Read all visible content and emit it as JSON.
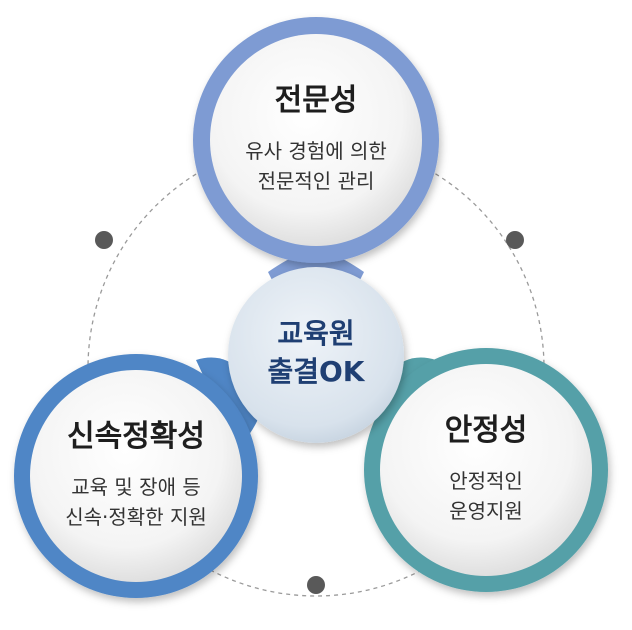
{
  "center": {
    "line1": "교육원",
    "line2": "출결OK"
  },
  "nodes": [
    {
      "title": "전문성",
      "desc_line1": "유사 경험에 의한",
      "desc_line2": "전문적인 관리",
      "color": "#7e9bd3"
    },
    {
      "title": "신속정확성",
      "desc_line1": "교육 및 장애 등",
      "desc_line2": "신속·정확한 지원",
      "color": "#4f86c6"
    },
    {
      "title": "안정성",
      "desc_line1": "안정적인",
      "desc_line2": "운영지원",
      "color": "#55a0a8"
    }
  ],
  "colors": {
    "center_fill": "#dde6ef",
    "center_text": "#1f3f73",
    "connector_dot": "#595959",
    "dashed_ring": "#9a9a9a"
  }
}
